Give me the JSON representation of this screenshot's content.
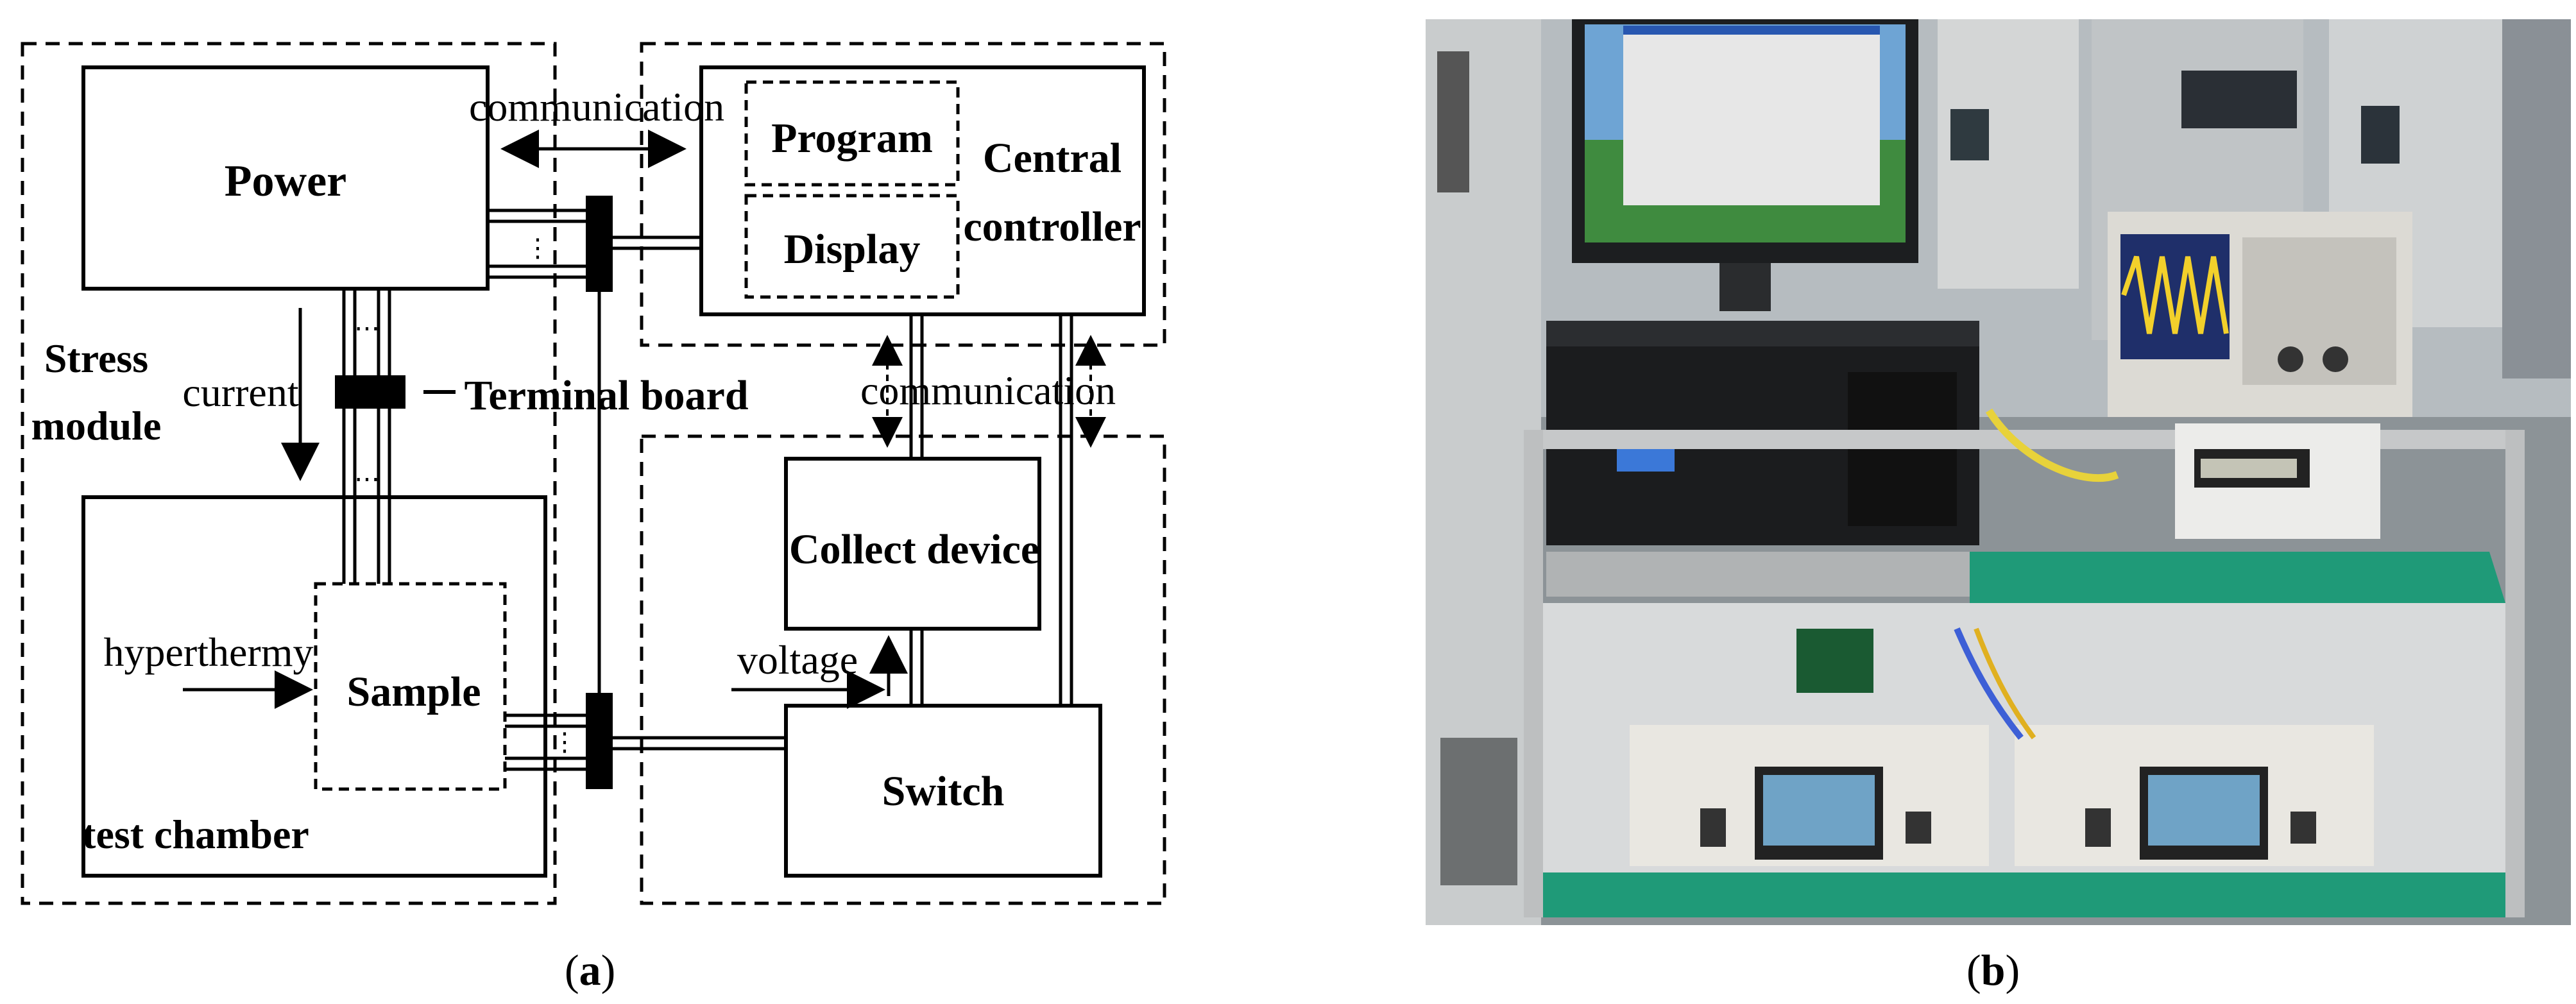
{
  "panel_a": {
    "caption_open": "(",
    "caption_letter": "a",
    "caption_close": ")",
    "labels": {
      "power": "Power",
      "communication_top": "communication",
      "program": "Program",
      "display": "Display",
      "central_controller_line1": "Central",
      "central_controller_line2": "controller",
      "stress_module_line1": "Stress",
      "stress_module_line2": "module",
      "current": "current",
      "terminal_board": "Terminal board",
      "communication_mid": "communication",
      "collect_device": "Collect device",
      "hyperthermy": "hyperthermy",
      "sample": "Sample",
      "voltage": "voltage",
      "switch": "Switch",
      "test_chamber": "test chamber"
    }
  },
  "panel_b": {
    "caption_open": "(",
    "caption_letter": "b",
    "caption_close": ")",
    "photo_description": "laboratory test bench photograph"
  }
}
